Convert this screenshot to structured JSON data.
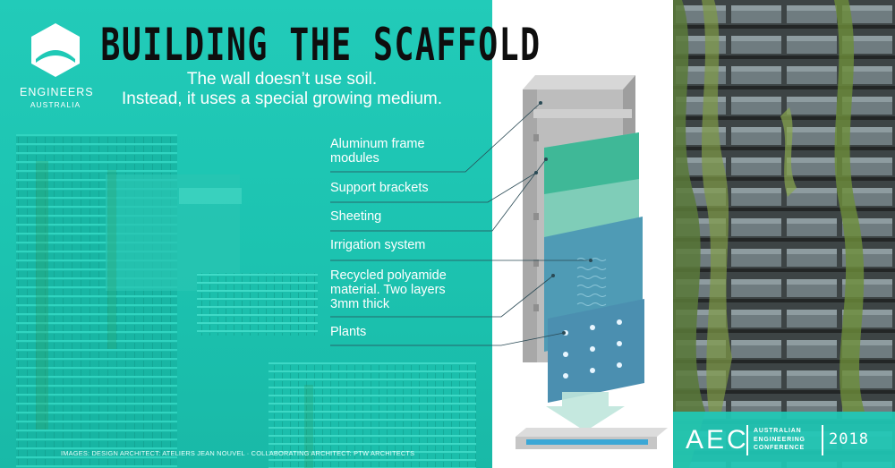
{
  "logo": {
    "line1": "ENGINEERS",
    "line2": "AUSTRALIA"
  },
  "title": "BUILDING THE SCAFFOLD",
  "subtitle": {
    "line1": "The wall doesn’t use soil.",
    "line2": "Instead, it uses a special growing medium."
  },
  "layers": [
    {
      "lines": [
        "Aluminum frame",
        "modules"
      ]
    },
    {
      "lines": [
        "Support brackets"
      ]
    },
    {
      "lines": [
        "Sheeting"
      ]
    },
    {
      "lines": [
        "Irrigation system"
      ]
    },
    {
      "lines": [
        "Recycled polyamide",
        "material. Two layers",
        "3mm thick"
      ]
    },
    {
      "lines": [
        "Plants"
      ]
    }
  ],
  "credits": "IMAGES: DESIGN ARCHITECT: ATELIERS JEAN NOUVEL · COLLABORATING ARCHITECT: PTW ARCHITECTS",
  "badge": {
    "mark": "AEC",
    "name": [
      "AUSTRALIAN",
      "ENGINEERING",
      "CONFERENCE"
    ],
    "year": "2018"
  },
  "colors": {
    "teal": "#1fc9b6",
    "sheeting": "#7fcdb8",
    "irrigation": "#4f9bb5",
    "plants": "#4b8fb0",
    "frame": "#bdbdbd"
  }
}
